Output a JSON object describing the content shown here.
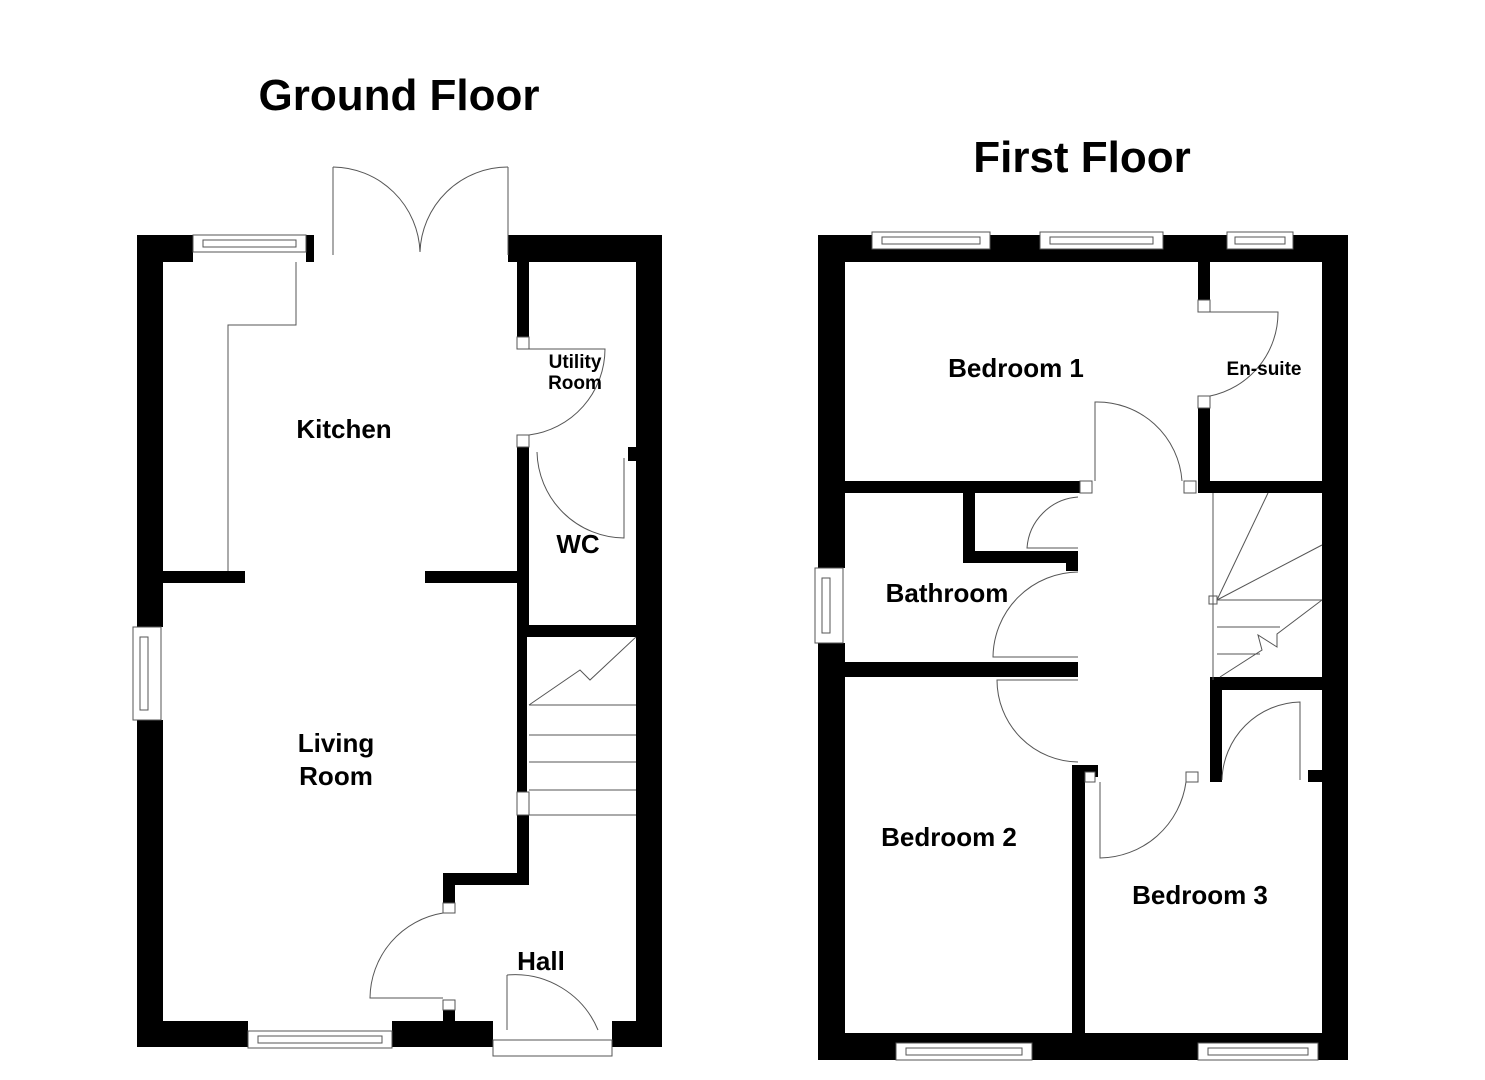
{
  "ground_floor": {
    "title": "Ground Floor",
    "rooms": {
      "kitchen": "Kitchen",
      "utility_line1": "Utility",
      "utility_line2": "Room",
      "wc": "WC",
      "living_line1": "Living",
      "living_line2": "Room",
      "hall": "Hall"
    }
  },
  "first_floor": {
    "title": "First Floor",
    "rooms": {
      "bedroom1": "Bedroom 1",
      "ensuite": "En-suite",
      "bathroom": "Bathroom",
      "bedroom2": "Bedroom 2",
      "bedroom3": "Bedroom 3"
    }
  }
}
